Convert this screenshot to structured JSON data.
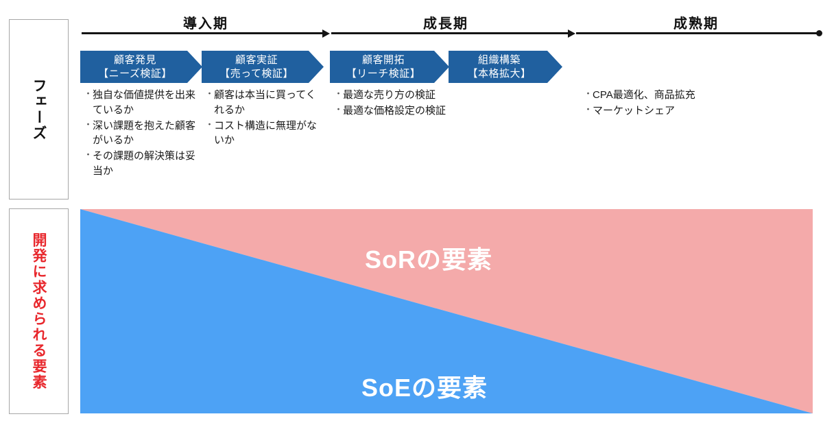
{
  "rows": {
    "phase": {
      "label": "フェーズ"
    },
    "development": {
      "label": "開発に求められる要素"
    }
  },
  "timeline": {
    "stages": [
      {
        "name": "introduction",
        "label": "導入期"
      },
      {
        "name": "growth",
        "label": "成長期"
      },
      {
        "name": "maturity",
        "label": "成熟期"
      }
    ]
  },
  "chevrons": [
    {
      "name": "customer-discovery",
      "line1": "顧客発見",
      "line2": "【ニーズ検証】"
    },
    {
      "name": "customer-validation",
      "line1": "顧客実証",
      "line2": "【売って検証】"
    },
    {
      "name": "customer-creation",
      "line1": "顧客開拓",
      "line2": "【リーチ検証】"
    },
    {
      "name": "company-building",
      "line1": "組織構築",
      "line2": "【本格拡大】"
    }
  ],
  "bullet_groups": [
    {
      "name": "customer-discovery-points",
      "items": [
        "独自な価値提供を出来ているか",
        "深い課題を抱えた顧客がいるか",
        "その課題の解決策は妥当か"
      ]
    },
    {
      "name": "customer-validation-points",
      "items": [
        "顧客は本当に買ってくれるか",
        "コスト構造に無理がないか"
      ]
    },
    {
      "name": "customer-creation-points",
      "items": [
        "最適な売り方の検証",
        "最適な価格設定の検証"
      ]
    },
    {
      "name": "maturity-points",
      "items": [
        "CPA最適化、商品拡充",
        "マーケットシェア"
      ]
    }
  ],
  "bullet_marker": "・",
  "chart_data": {
    "type": "area",
    "title": "",
    "xlabel": "",
    "ylabel": "",
    "categories": [
      "導入期",
      "成長期",
      "成熟期"
    ],
    "x": [
      0,
      100
    ],
    "ylim": [
      0,
      100
    ],
    "grid": false,
    "legend": "inline-labels",
    "series": [
      {
        "name": "SoEの要素",
        "label": "SoEの要素",
        "color": "#4da2f5",
        "values": [
          100,
          0
        ]
      },
      {
        "name": "SoRの要素",
        "label": "SoRの要素",
        "color": "#f4aaaa",
        "values": [
          0,
          100
        ]
      }
    ],
    "annotations": [
      {
        "text": "SoRの要素",
        "color": "#ffffff"
      },
      {
        "text": "SoEの要素",
        "color": "#ffffff"
      }
    ]
  },
  "colors": {
    "chevron_blue": "#20609f",
    "area_blue": "#4da2f5",
    "area_pink": "#f4aaaa",
    "dev_label_red": "#e8272c",
    "axis_black": "#141414",
    "box_border": "#a6a6a6"
  }
}
